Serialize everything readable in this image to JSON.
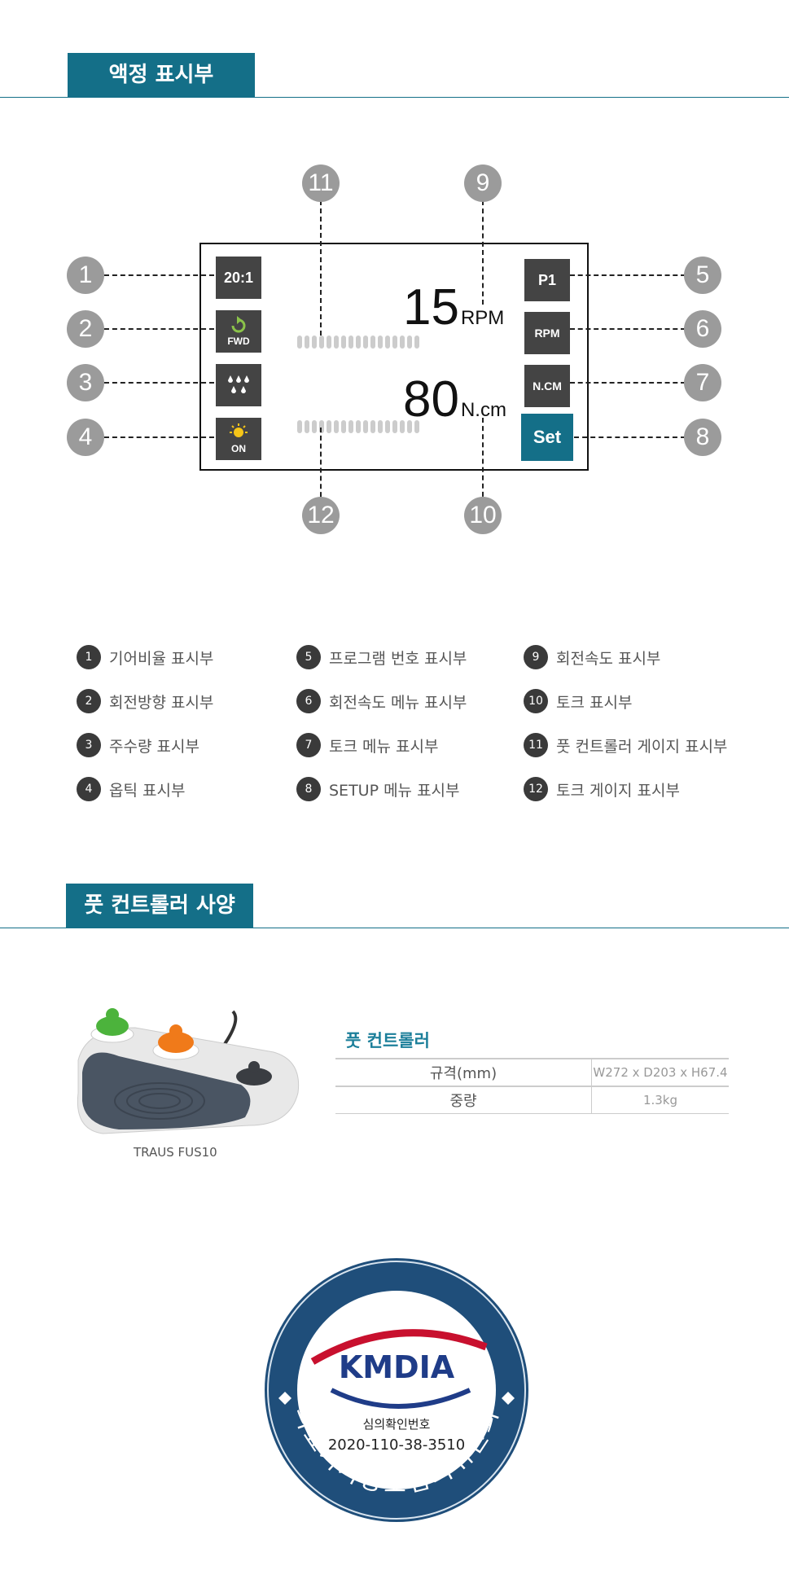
{
  "section1": {
    "title": "액정 표시부"
  },
  "lcd": {
    "gear_ratio": "20:1",
    "direction": "FWD",
    "light": "ON",
    "program": "P1",
    "rpm_menu": "RPM",
    "torque_menu": "N.CM",
    "setup": "Set",
    "speed_value": "15",
    "speed_unit": "RPM",
    "torque_value": "80",
    "torque_unit": "N.cm"
  },
  "callouts": [
    "1",
    "2",
    "3",
    "4",
    "5",
    "6",
    "7",
    "8",
    "9",
    "10",
    "11",
    "12"
  ],
  "legend": [
    {
      "num": "1",
      "label": "기어비율 표시부"
    },
    {
      "num": "2",
      "label": "회전방향 표시부"
    },
    {
      "num": "3",
      "label": "주수량 표시부"
    },
    {
      "num": "4",
      "label": "옵틱 표시부"
    },
    {
      "num": "5",
      "label": "프로그램 번호 표시부"
    },
    {
      "num": "6",
      "label": "회전속도 메뉴 표시부"
    },
    {
      "num": "7",
      "label": "토크 메뉴 표시부"
    },
    {
      "num": "8",
      "label": "SETUP 메뉴 표시부"
    },
    {
      "num": "9",
      "label": "회전속도 표시부"
    },
    {
      "num": "10",
      "label": "토크 표시부"
    },
    {
      "num": "11",
      "label": "풋 컨트롤러 게이지 표시부"
    },
    {
      "num": "12",
      "label": "토크 게이지 표시부"
    }
  ],
  "section2": {
    "title": "풋 컨트롤러 사양"
  },
  "foot_controller": {
    "spec_title": "풋 컨트롤러",
    "rows": [
      {
        "label": "규격(mm)",
        "value": "W272 x D203 x H67.4"
      },
      {
        "label": "중량",
        "value": "1.3kg"
      }
    ],
    "model": "TRAUS FUS10",
    "colors": {
      "left": "#4cb33c",
      "center": "#f07a1a",
      "right": "#3a3d42"
    }
  },
  "seal": {
    "logo": "KMDIA",
    "label": "심의확인번호",
    "number": "2020-110-38-3510",
    "ring_text": "의료기기광고심의위원회"
  }
}
